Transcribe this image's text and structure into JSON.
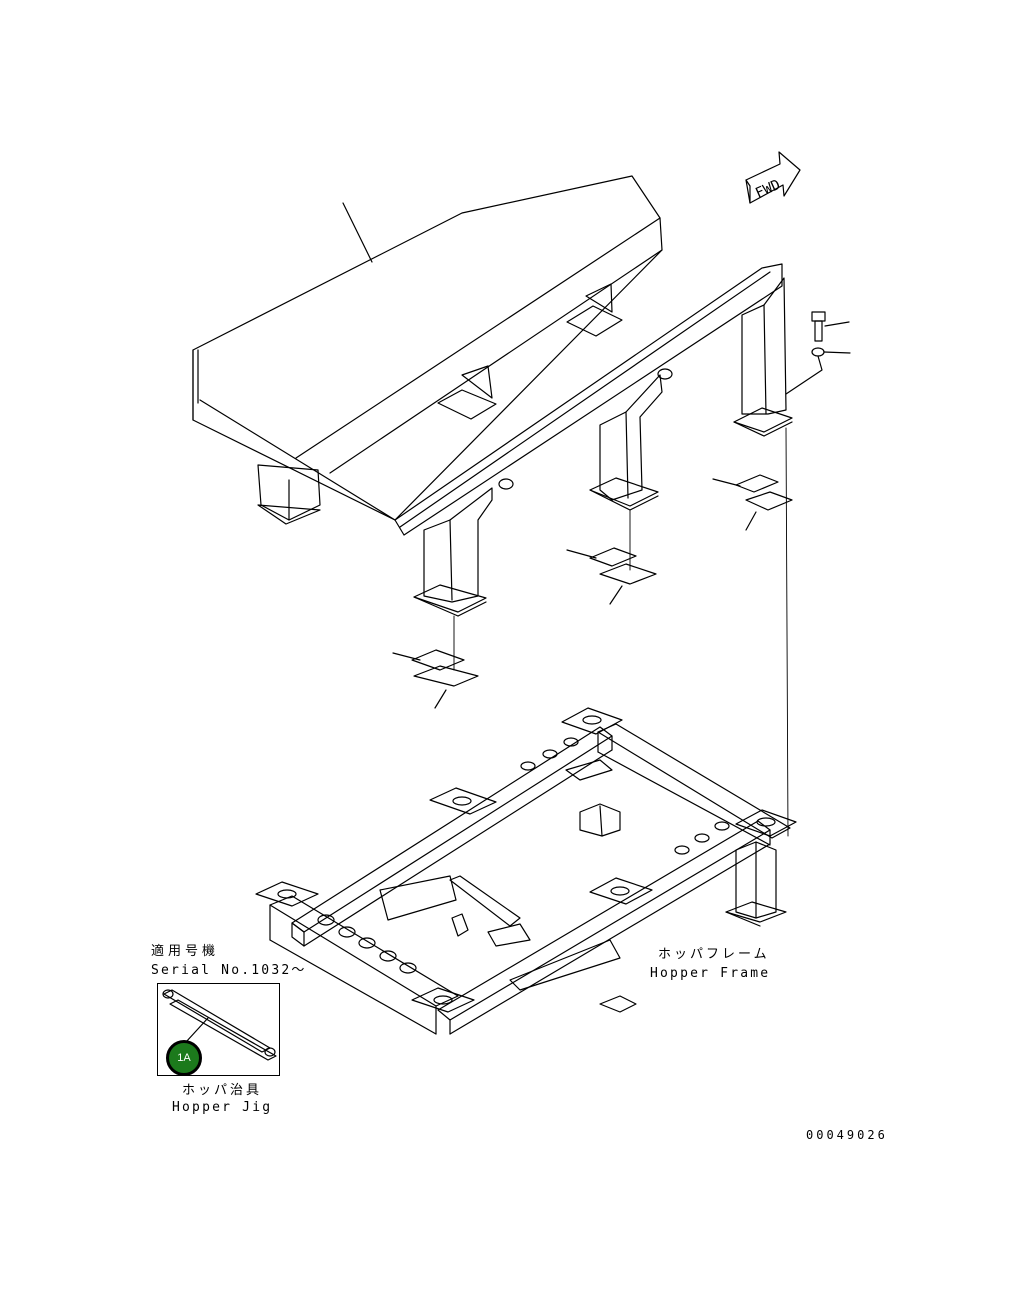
{
  "labels": {
    "serial_applicable_jp": "適用号機",
    "serial_applicable_en": "Serial No.1032～",
    "hopper_frame_jp": "ホッパフレーム",
    "hopper_frame_en": "Hopper Frame",
    "hopper_jig_jp": "ホッパ治具",
    "hopper_jig_en": "Hopper Jig",
    "direction_arrow": "FWD",
    "document_number": "00049026"
  },
  "callouts": {
    "jig_part_badge": "1A"
  },
  "colors": {
    "line": "#000000",
    "background": "#ffffff",
    "badge_fill": "#1c7a1c",
    "badge_text": "#ffffff"
  }
}
